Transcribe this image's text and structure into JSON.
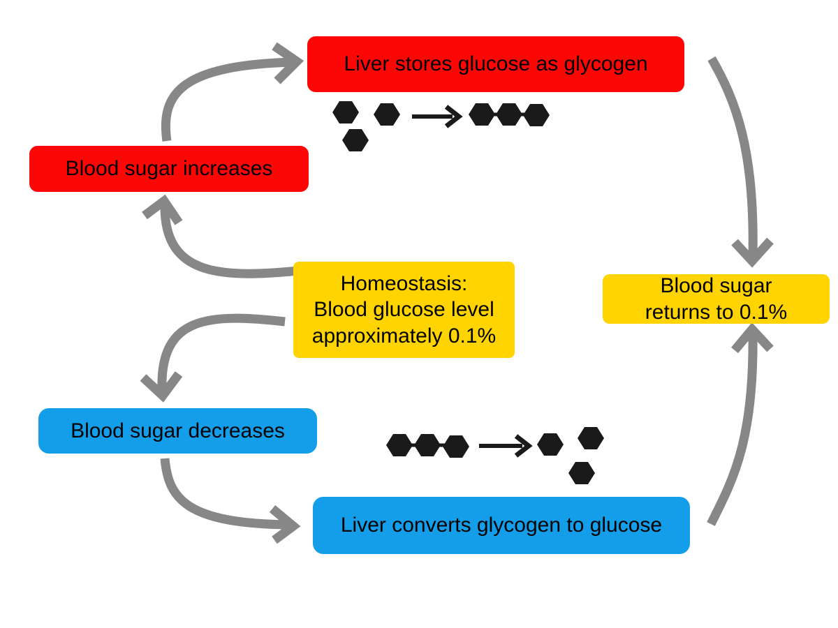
{
  "diagram": {
    "kind": "cycle-flow-diagram",
    "nodes": {
      "liver_stores": {
        "label": "Liver stores glucose as glycogen",
        "color": "#FC0606"
      },
      "blood_sugar_increases": {
        "label": "Blood sugar increases",
        "color": "#FC0606"
      },
      "homeostasis": {
        "lines": [
          "Homeostasis:",
          "Blood glucose level",
          "approximately 0.1%"
        ],
        "color": "#FFD400"
      },
      "blood_sugar_returns": {
        "lines": [
          "Blood sugar",
          "returns to 0.1%"
        ],
        "color": "#FFD400"
      },
      "blood_sugar_decreases": {
        "label": "Blood sugar decreases",
        "color": "#149DE9"
      },
      "liver_converts": {
        "label": "Liver converts glycogen to glucose",
        "color": "#149DE9"
      }
    },
    "edges": [
      {
        "from": "blood_sugar_increases",
        "to": "liver_stores"
      },
      {
        "from": "homeostasis",
        "to": "blood_sugar_increases"
      },
      {
        "from": "homeostasis",
        "to": "blood_sugar_decreases"
      },
      {
        "from": "blood_sugar_decreases",
        "to": "liver_converts"
      },
      {
        "from": "liver_stores",
        "to": "blood_sugar_returns"
      },
      {
        "from": "liver_converts",
        "to": "blood_sugar_returns"
      }
    ],
    "icons": {
      "glycogenesis": "glucose-hexagons-to-glycogen-chain-icon",
      "glycogenolysis": "glycogen-chain-to-glucose-hexagons-icon"
    }
  },
  "colors": {
    "red": "#FC0606",
    "yellow": "#FFD400",
    "blue": "#149DE9",
    "arrow-gray": "#878787",
    "molecule-black": "#1A1A1A",
    "text": "#000000",
    "background": "#FFFFFF"
  }
}
